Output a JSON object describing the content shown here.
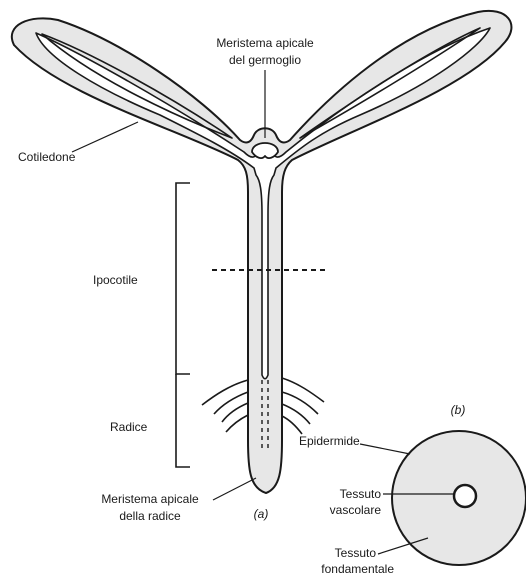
{
  "labels": {
    "shoot_meristem_line1": "Meristema apicale",
    "shoot_meristem_line2": "del germoglio",
    "cotyledon": "Cotiledone",
    "hypocotyl": "Ipocotile",
    "root": "Radice",
    "root_meristem_line1": "Meristema apicale",
    "root_meristem_line2": "della radice",
    "panel_a": "(a)",
    "panel_b": "(b)",
    "epidermis": "Epidermide",
    "vascular_line1": "Tessuto",
    "vascular_line2": "vascolare",
    "ground_line1": "Tessuto",
    "ground_line2": "fondamentale"
  },
  "colors": {
    "outline": "#1a1a1a",
    "tissue_fill": "#e7e7e7",
    "inner_fill": "#ffffff"
  }
}
